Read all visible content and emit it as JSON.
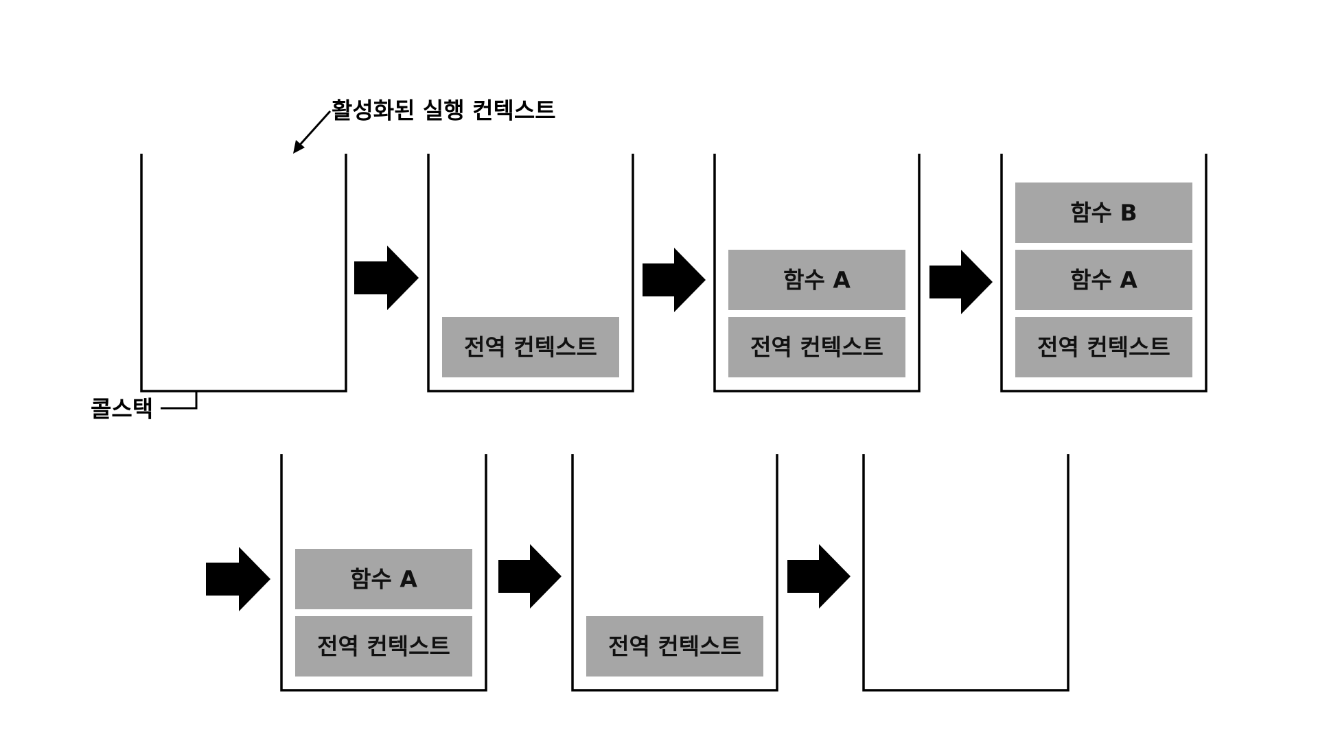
{
  "annotations": {
    "active_context": "활성화된 실행 컨텍스트",
    "call_stack": "콜스택"
  },
  "colors": {
    "frame_fill": "#a6a6a6",
    "line": "#000000",
    "background": "#ffffff"
  },
  "icons": [
    "right-arrow-icon",
    "pointer-arrow-icon"
  ],
  "stacks": [
    {
      "frames": []
    },
    {
      "frames": [
        "전역 컨텍스트"
      ]
    },
    {
      "frames": [
        "전역 컨텍스트",
        "함수 A"
      ]
    },
    {
      "frames": [
        "전역 컨텍스트",
        "함수 A",
        "함수 B"
      ]
    },
    {
      "frames": [
        "전역 컨텍스트",
        "함수 A"
      ]
    },
    {
      "frames": [
        "전역 컨텍스트"
      ]
    },
    {
      "frames": []
    }
  ]
}
